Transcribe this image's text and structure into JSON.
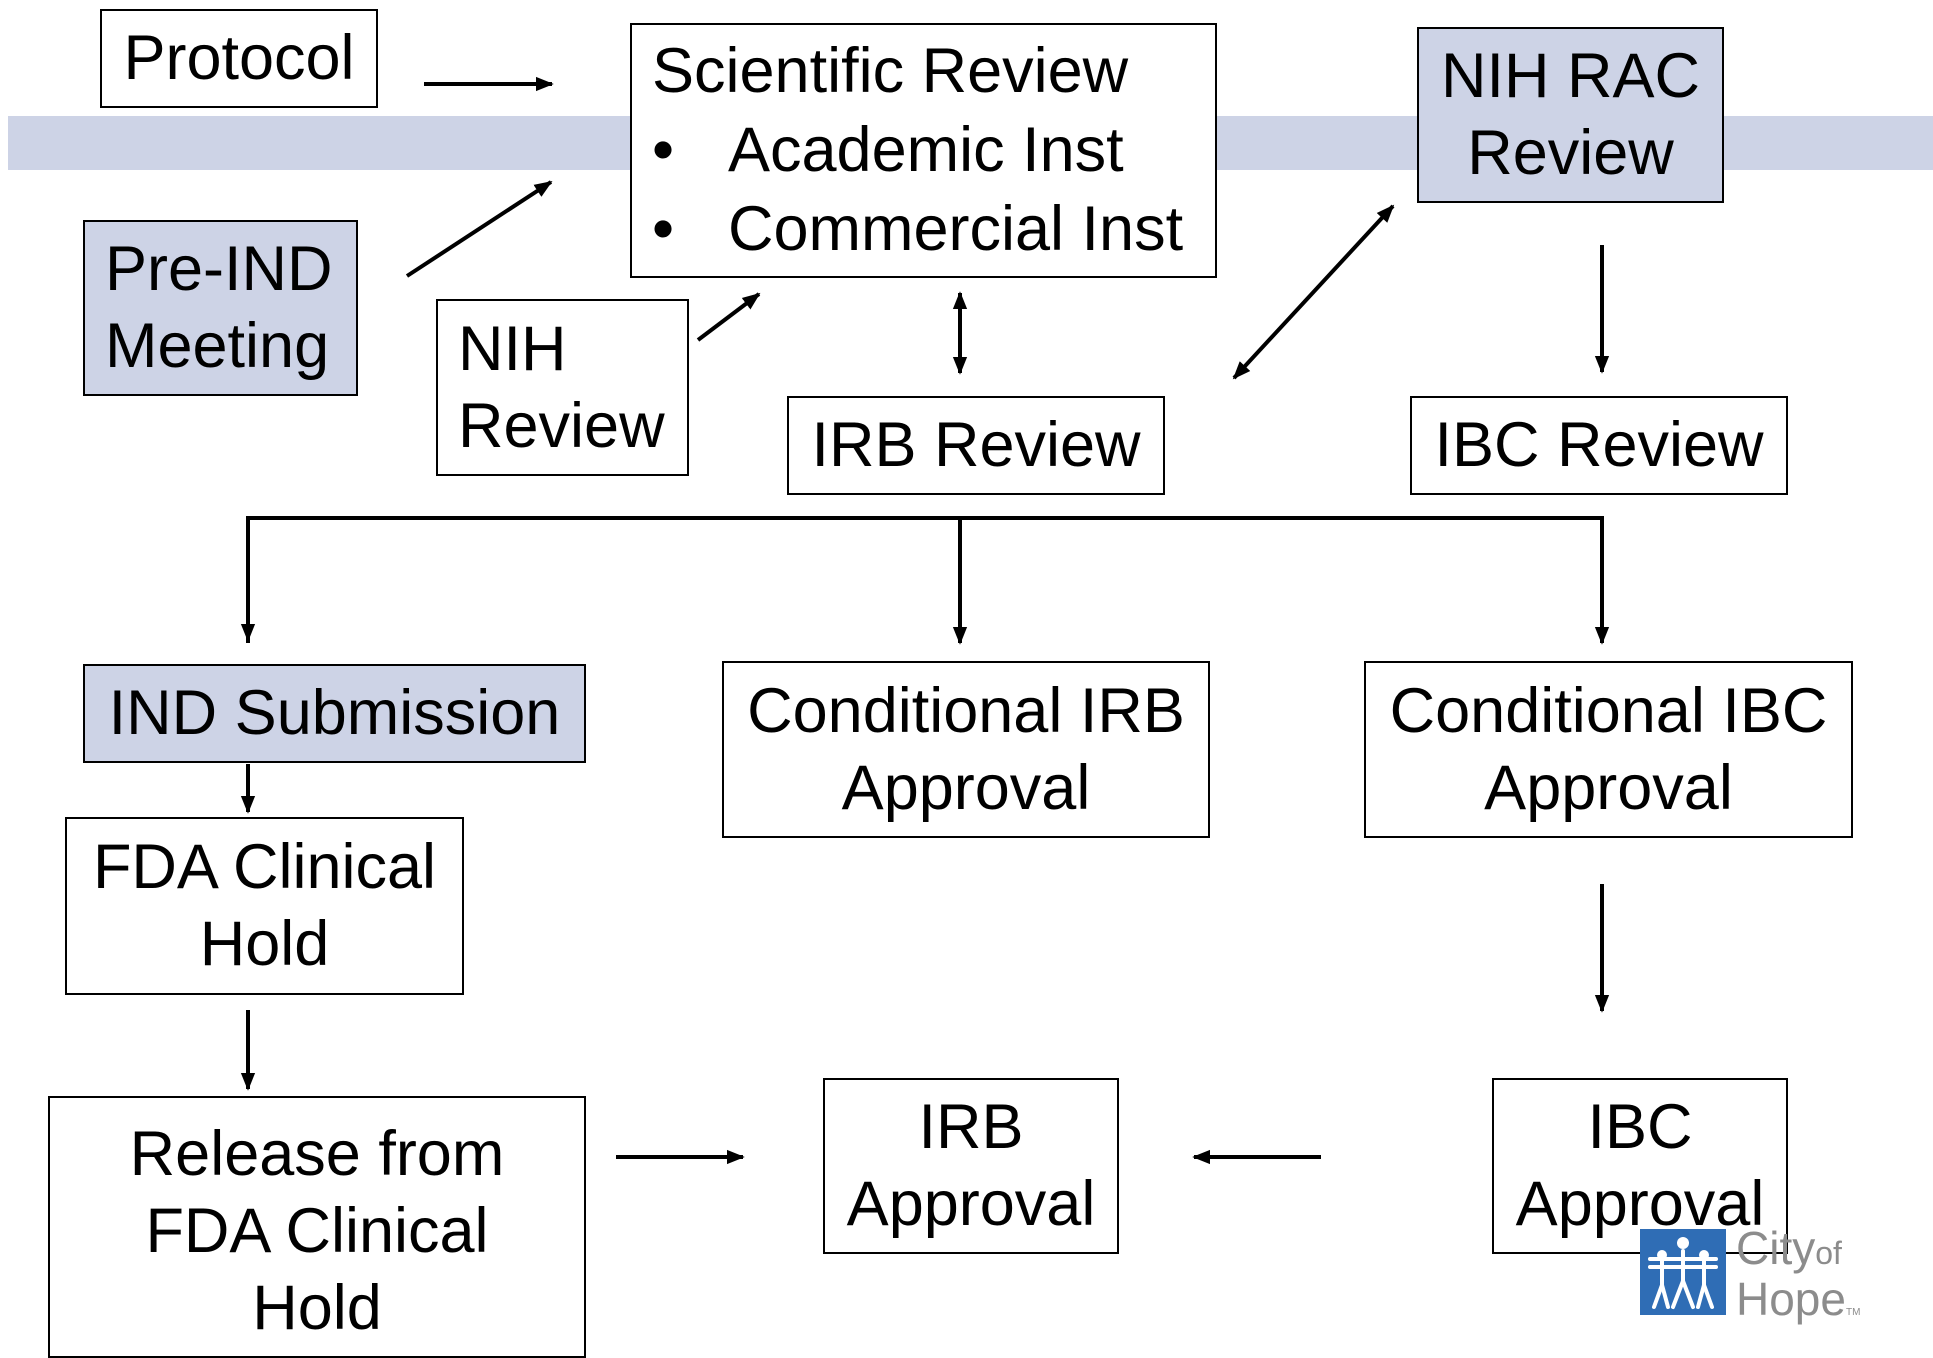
{
  "boxes": {
    "protocol": "Protocol",
    "scientific_review": {
      "title": "Scientific Review",
      "bullets": [
        "Academic Inst",
        "Commercial Inst"
      ],
      "bullet_glyph": "•"
    },
    "nih_rac_review": [
      "NIH RAC",
      "Review"
    ],
    "pre_ind_meeting": [
      "Pre-IND",
      "Meeting"
    ],
    "nih_review": [
      "NIH",
      "Review"
    ],
    "irb_review": "IRB Review",
    "ibc_review": "IBC Review",
    "ind_submission": "IND Submission",
    "conditional_irb_approval": [
      "Conditional IRB",
      "Approval"
    ],
    "conditional_ibc_approval": [
      "Conditional IBC",
      "Approval"
    ],
    "fda_clinical_hold": [
      "FDA Clinical",
      "Hold"
    ],
    "release_from_fda_clinical_hold": [
      "Release from",
      "FDA Clinical",
      "Hold"
    ],
    "irb_approval": [
      "IRB",
      "Approval"
    ],
    "ibc_approval": [
      "IBC",
      "Approval"
    ]
  },
  "logo": {
    "line1": "City",
    "line1_small": "of",
    "line2": "Hope",
    "trademark": "TM"
  },
  "colors": {
    "highlight_band": "#cdd3e6",
    "shaded_box": "#cdd3e6",
    "logo_blue": "#2f6db5",
    "logo_gray": "#8c8c8c"
  }
}
